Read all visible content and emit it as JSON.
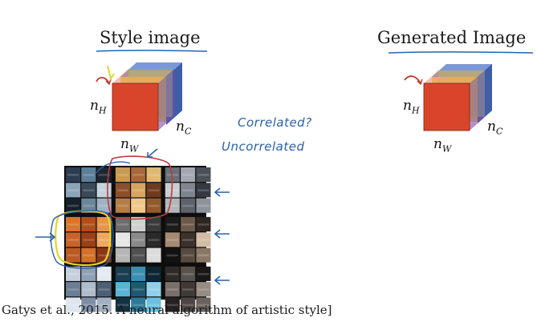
{
  "style_section": {
    "title": "Style image",
    "labels": {
      "n_H": "n",
      "n_H_sub": "H",
      "n_W": "n",
      "n_W_sub": "W",
      "n_C": "n",
      "n_C_sub": "C"
    }
  },
  "generated_section": {
    "title": "Generated Image",
    "labels": {
      "n_H": "n",
      "n_H_sub": "H",
      "n_W": "n",
      "n_W_sub": "W",
      "n_C": "n",
      "n_C_sub": "C"
    }
  },
  "handwriting": {
    "line1": "Correlated?",
    "line2": "Uncorrelated"
  },
  "citation": "Gatys et al., 2015. A neural algorithm of artistic style]",
  "colors": {
    "cube_red": "#d9452b",
    "cube_yellow": "#e8d84a",
    "cube_green": "#7fcf8a",
    "cube_blue": "#5a79c4",
    "ink_blue": "#2a62a8",
    "ink_red": "#c0392b",
    "ink_yellow": "#e6d42a",
    "grid_bg": "#0d0d0d"
  }
}
